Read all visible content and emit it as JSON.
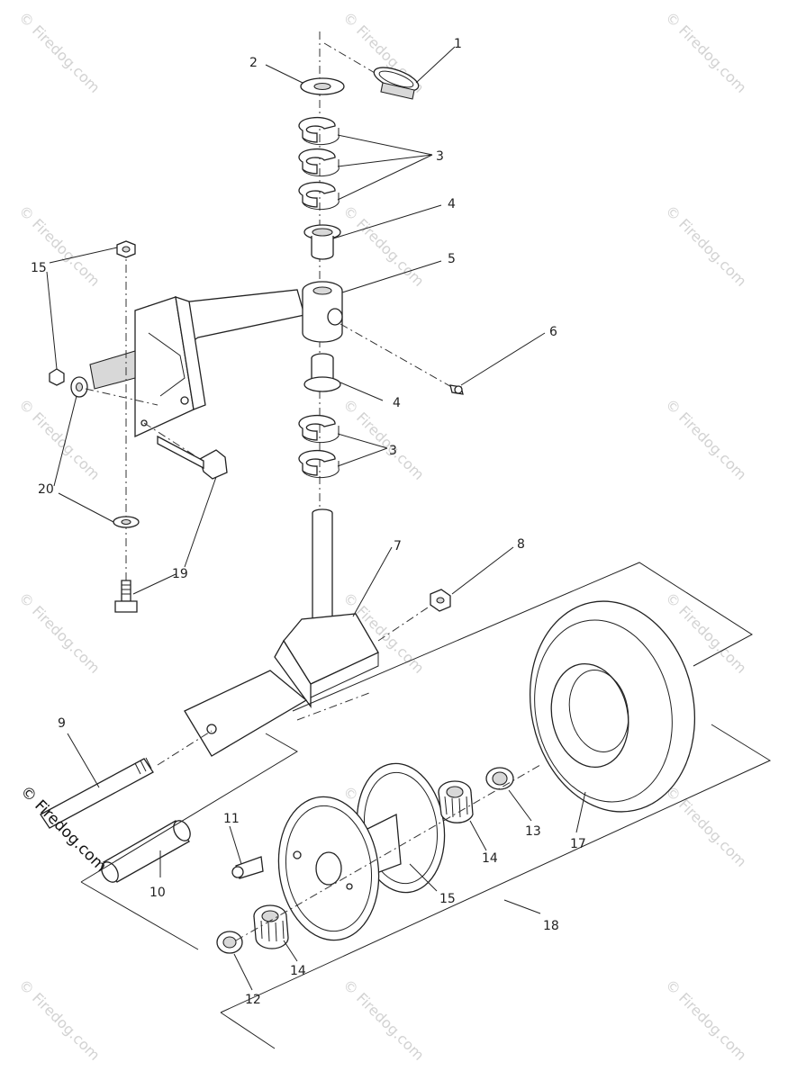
{
  "watermark": {
    "text": "© Firedog.com",
    "prominent_text": "© Firedog.com"
  },
  "callouts": {
    "c1": "1",
    "c2": "2",
    "c3a": "3",
    "c3b": "3",
    "c4a": "4",
    "c4b": "4",
    "c5": "5",
    "c6": "6",
    "c7": "7",
    "c8": "8",
    "c9": "9",
    "c10": "10",
    "c11": "11",
    "c12": "12",
    "c13": "13",
    "c14a": "14",
    "c14b": "14",
    "c15a": "15",
    "c15b": "15",
    "c17": "17",
    "c18": "18",
    "c19": "19",
    "c20": "20"
  }
}
